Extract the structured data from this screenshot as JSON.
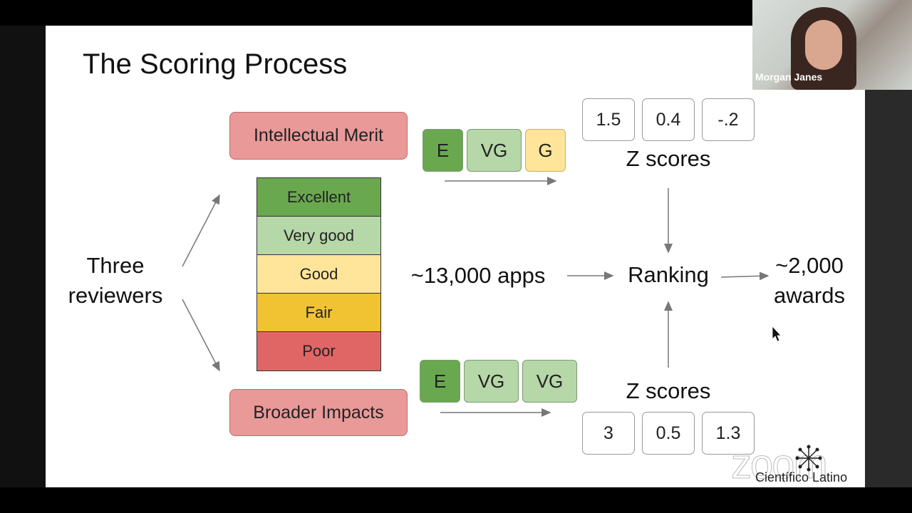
{
  "title": "The Scoring Process",
  "left_label": [
    "Three",
    "reviewers"
  ],
  "criteria": {
    "top": "Intellectual Merit",
    "bottom": "Broader Impacts"
  },
  "scale": [
    {
      "label": "Excellent",
      "color": "#6aa84f"
    },
    {
      "label": "Very good",
      "color": "#b6d7a8"
    },
    {
      "label": "Good",
      "color": "#ffe599"
    },
    {
      "label": "Fair",
      "color": "#f1c232"
    },
    {
      "label": "Poor",
      "color": "#e06666"
    }
  ],
  "grades_top": [
    "E",
    "VG",
    "G"
  ],
  "grades_bottom": [
    "E",
    "VG",
    "VG"
  ],
  "z_top": [
    "1.5",
    "0.4",
    "-.2"
  ],
  "z_bottom": [
    "3",
    "0.5",
    "1.3"
  ],
  "z_label": "Z scores",
  "apps": "~13,000 apps",
  "ranking": "Ranking",
  "awards": [
    "~2,000",
    "awards"
  ],
  "speaker": "Morgan Janes",
  "watermark": "zoom",
  "org": "Científico Latino"
}
